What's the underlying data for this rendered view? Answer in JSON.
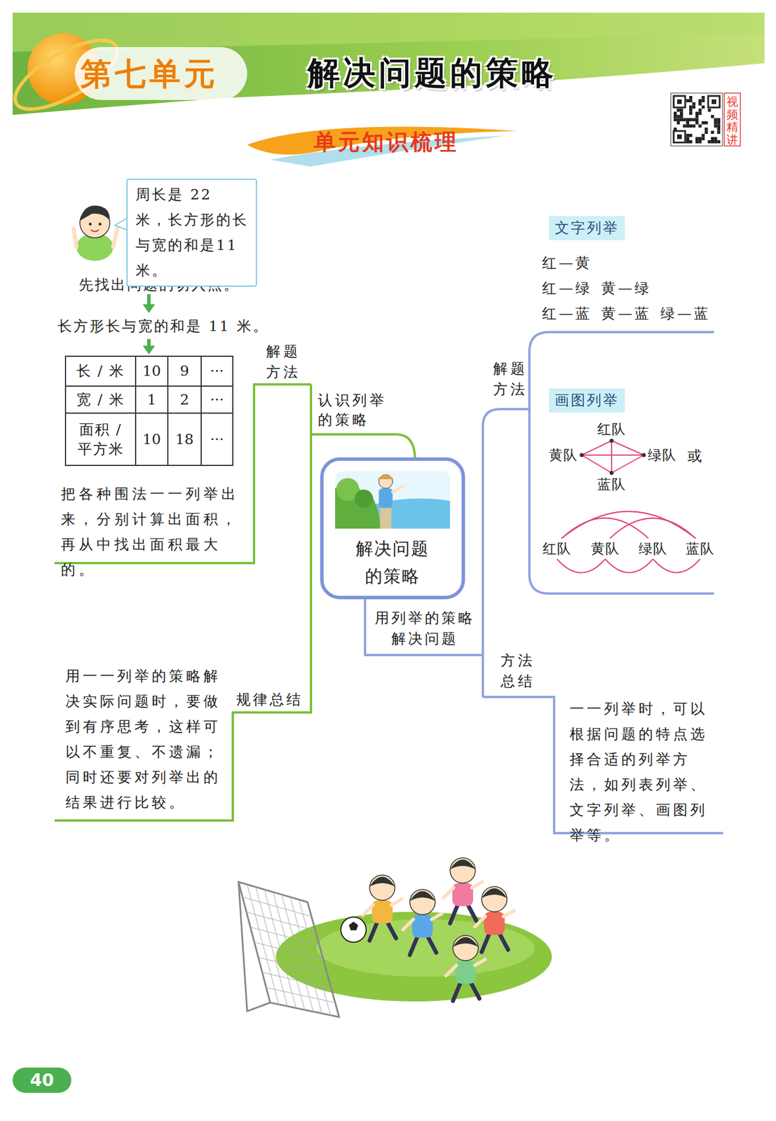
{
  "diagram": {
    "title": "解决问题的策略",
    "nodes": [
      {
        "text": [
          "周长是 22 米，长方形的长与宽的和是11米。"
        ]
      },
      {
        "text": [
          "解决问题的策略"
        ]
      },
      {
        "text": [
          "文字列举"
        ]
      },
      {
        "text": [
          "画图列举"
        ]
      },
      {
        "text": [
          "红队"
        ]
      },
      {
        "text": [
          "黄队"
        ]
      },
      {
        "text": [
          "绿队"
        ]
      },
      {
        "text": [
          "蓝队"
        ]
      },
      {
        "text": [
          "红队"
        ]
      },
      {
        "text": [
          "黄队"
        ]
      },
      {
        "text": [
          "绿队"
        ]
      },
      {
        "text": [
          "蓝队"
        ]
      }
    ],
    "edges": [
      {
        "from": 4,
        "to": 5,
        "arrow": "none"
      },
      {
        "from": 4,
        "to": 6,
        "arrow": "none"
      },
      {
        "from": 4,
        "to": 7,
        "arrow": "none"
      },
      {
        "from": 5,
        "to": 6,
        "arrow": "none"
      },
      {
        "from": 5,
        "to": 7,
        "arrow": "none"
      },
      {
        "from": 6,
        "to": 7,
        "arrow": "none"
      },
      {
        "from": 8,
        "to": 9,
        "arrow": "none"
      },
      {
        "from": 8,
        "to": 10,
        "arrow": "none"
      },
      {
        "from": 8,
        "to": 11,
        "arrow": "none"
      },
      {
        "from": 9,
        "to": 10,
        "arrow": "none"
      },
      {
        "from": 9,
        "to": 11,
        "arrow": "none"
      },
      {
        "from": 10,
        "to": 11,
        "arrow": "none"
      }
    ],
    "labels": [
      "第七单元",
      "单元知识梳理",
      "视频精讲",
      "先找出问题的切入点。",
      "长方形长与宽的和是 11 米。",
      "长 / 米",
      "10",
      "9",
      "···",
      "宽 / 米",
      "1",
      "2",
      "···",
      "面积 / 平方米",
      "10",
      "18",
      "···",
      "把各种围法一一列举出来，分别计算出面积，再从中找出面积最大的。",
      "解题方法",
      "认识列举的策略",
      "规律总结",
      "用一一列举的策略解决实际问题时，要做到有序思考，这样可以不重复、不遗漏；同时还要对列举出的结果进行比较。",
      "红—黄",
      "红—绿",
      "黄—绿",
      "红—蓝",
      "黄—蓝",
      "绿—蓝",
      "解题方法",
      "或",
      "用列举的策略解决问题",
      "方法总结",
      "一一列举时，可以根据问题的特点选择合适的列举方法，如列表列举、文字列举、画图列举等。",
      "40"
    ]
  }
}
